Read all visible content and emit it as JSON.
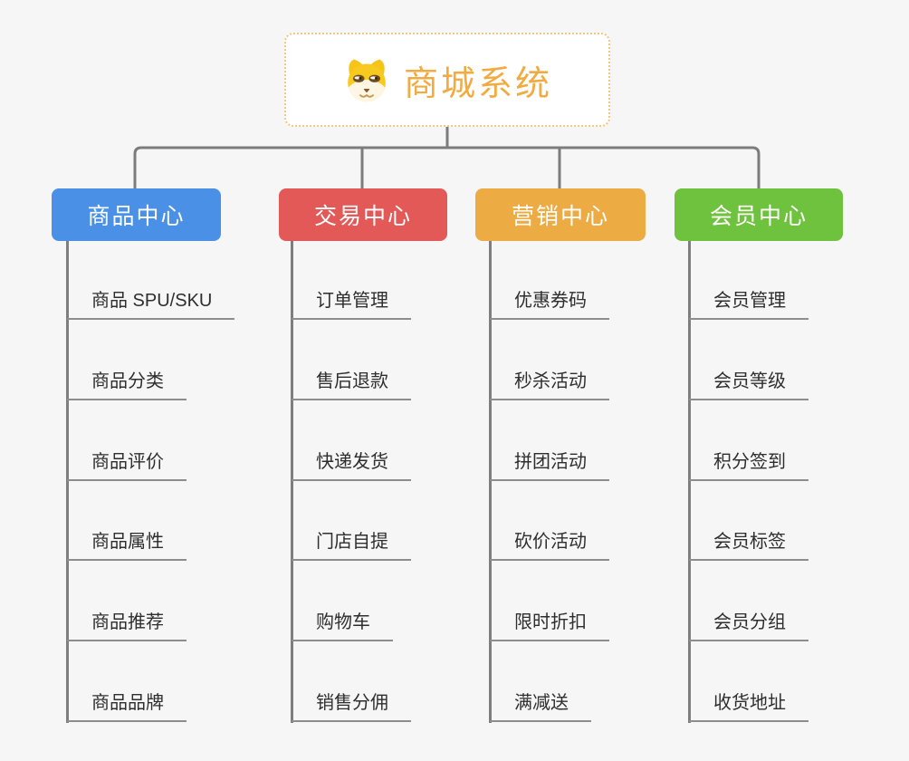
{
  "root": {
    "label": "商城系统",
    "icon": "dog-face-icon",
    "text_color": "#f1ab41",
    "border_color": "#f3c57e",
    "background": "#ffffff"
  },
  "branches": [
    {
      "label": "商品中心",
      "color": "#4a90e6",
      "children": [
        "商品 SPU/SKU",
        "商品分类",
        "商品评价",
        "商品属性",
        "商品推荐",
        "商品品牌"
      ]
    },
    {
      "label": "交易中心",
      "color": "#e25958",
      "children": [
        "订单管理",
        "售后退款",
        "快递发货",
        "门店自提",
        "购物车",
        "销售分佣"
      ]
    },
    {
      "label": "营销中心",
      "color": "#ecab43",
      "children": [
        "优惠券码",
        "秒杀活动",
        "拼团活动",
        "砍价活动",
        "限时折扣",
        "满减送"
      ]
    },
    {
      "label": "会员中心",
      "color": "#6fc23d",
      "children": [
        "会员管理",
        "会员等级",
        "积分签到",
        "会员标签",
        "会员分组",
        "收货地址"
      ]
    }
  ],
  "connector_color": "#7c7c7c",
  "background_color": "#f5f6f5"
}
